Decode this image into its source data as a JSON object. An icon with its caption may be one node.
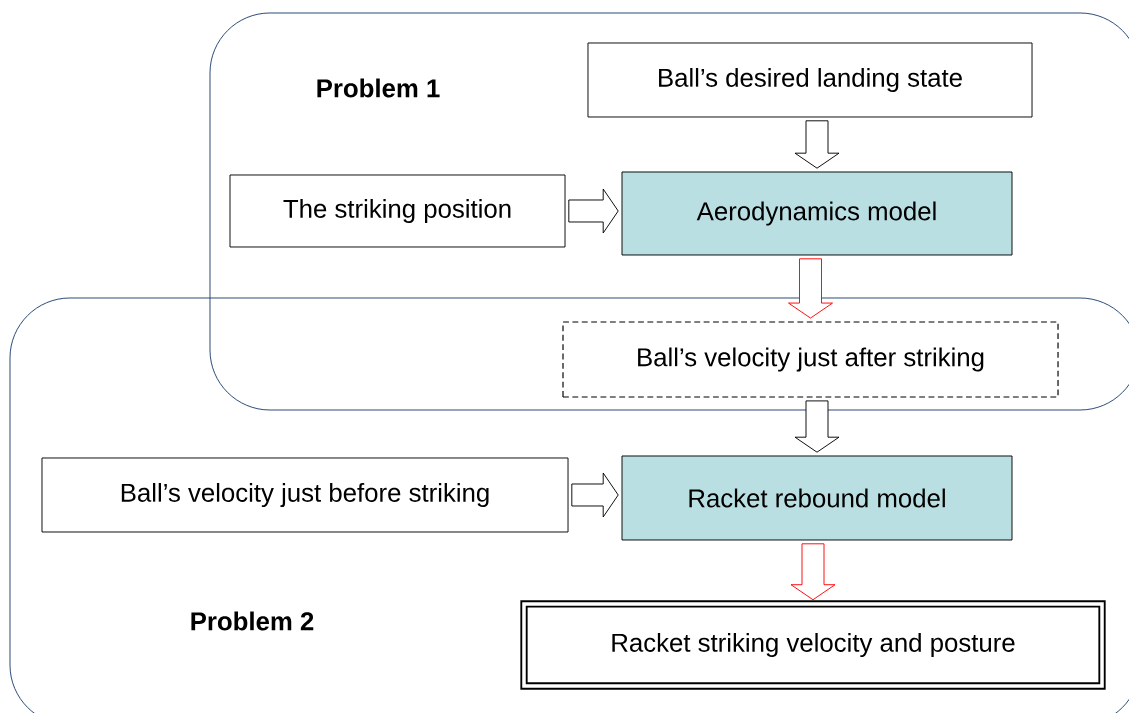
{
  "diagram": {
    "nodes": [
      {
        "text": [
          "Problem 1"
        ]
      },
      {
        "text": [
          "Ball’s desired landing state"
        ],
        "in": 0
      },
      {
        "text": [
          "The striking position"
        ],
        "in": 0
      },
      {
        "text": [
          "Aerodynamics model"
        ],
        "in": 0
      },
      {
        "text": [
          "Problem 2"
        ]
      },
      {
        "text": [
          "Ball’s velocity just after striking"
        ]
      },
      {
        "text": [
          "Ball’s velocity just before striking"
        ],
        "in": 4
      },
      {
        "text": [
          "Racket rebound model"
        ],
        "in": 4
      },
      {
        "text": [
          "Racket striking velocity and posture"
        ],
        "in": 4
      }
    ],
    "edges": [
      {
        "from": 1,
        "to": 3,
        "arrow": "to"
      },
      {
        "from": 2,
        "to": 3,
        "arrow": "to"
      },
      {
        "from": 3,
        "to": 5,
        "arrow": "to",
        "color": "#ff0000"
      },
      {
        "from": 5,
        "to": 7,
        "arrow": "to"
      },
      {
        "from": 6,
        "to": 7,
        "arrow": "to"
      },
      {
        "from": 7,
        "to": 8,
        "arrow": "to",
        "color": "#ff0000"
      }
    ]
  }
}
